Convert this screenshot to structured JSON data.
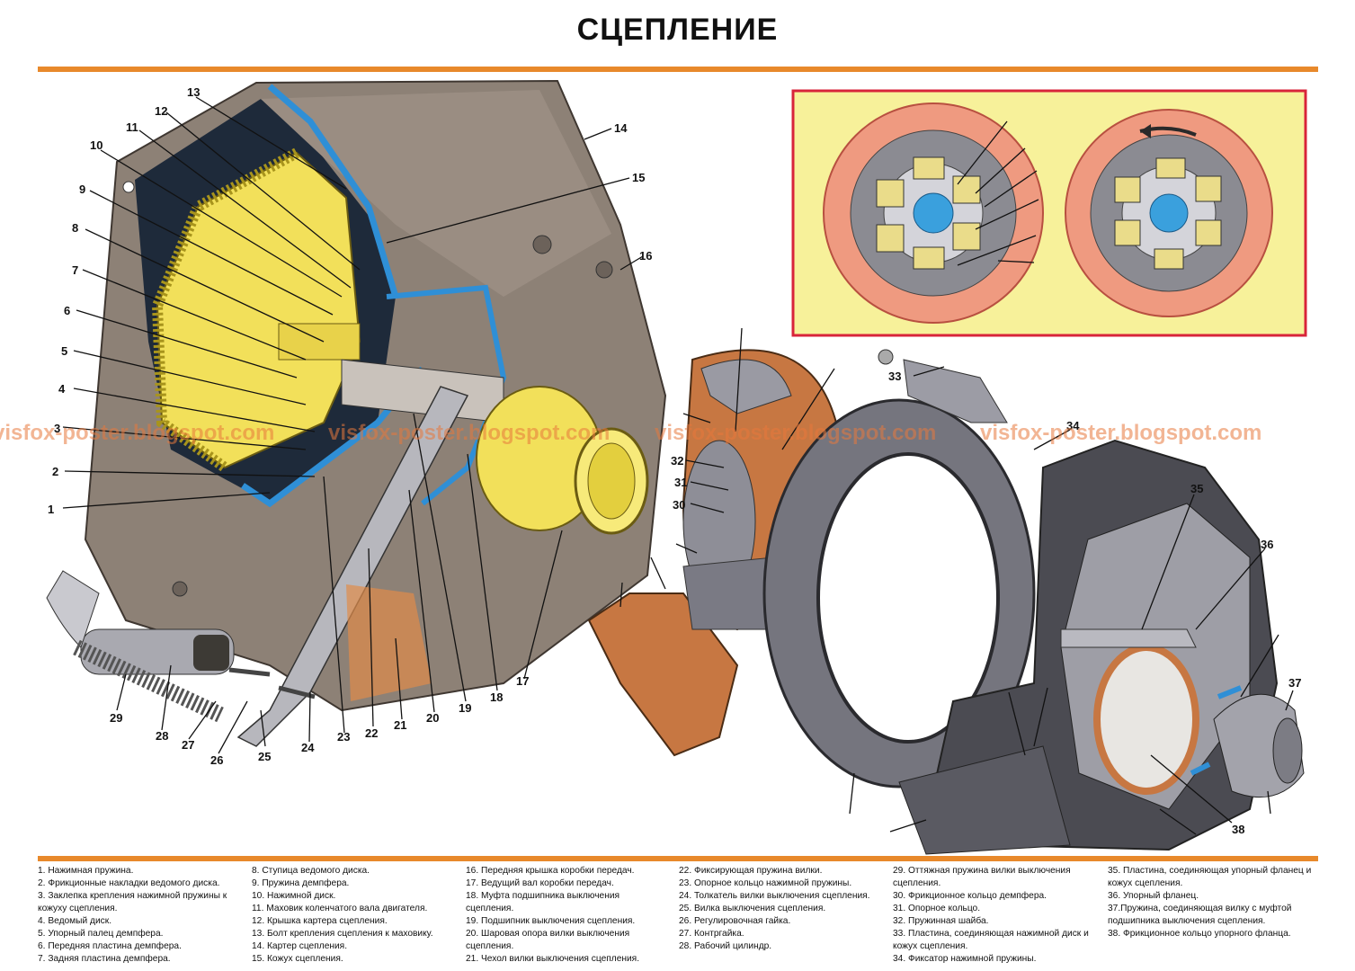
{
  "title": "СЦЕПЛЕНИЕ",
  "watermark": "visfox-poster.blogspot.com",
  "colors": {
    "accent_bar": "#e8892b",
    "inset_background": "#f7f19a",
    "inset_border": "#d8243a",
    "housing": "#8d8176",
    "blue_section": "#2f8fd6",
    "yellow_parts": "#f2e05a",
    "friction": "#c77742"
  },
  "callouts": [
    "1",
    "2",
    "3",
    "4",
    "5",
    "6",
    "7",
    "8",
    "9",
    "10",
    "11",
    "12",
    "13",
    "14",
    "15",
    "16",
    "17",
    "18",
    "19",
    "20",
    "21",
    "22",
    "23",
    "24",
    "25",
    "26",
    "27",
    "28",
    "29",
    "30",
    "31",
    "32",
    "33",
    "34",
    "35",
    "36",
    "37",
    "38"
  ],
  "legend": {
    "col1": [
      "1. Нажимная пружина.",
      "2. Фрикционные накладки ведомого диска.",
      "3. Заклепка крепления нажимной пружины к кожуху сцепления.",
      "4. Ведомый диск.",
      "5. Упорный палец демпфера.",
      "6. Передняя пластина демпфера.",
      "7. Задняя пластина демпфера."
    ],
    "col2": [
      "8. Ступица ведомого диска.",
      "9. Пружина демпфера.",
      "10. Нажимной диск.",
      "11. Маховик коленчатого вала двигателя.",
      "12. Крышка картера сцепления.",
      "13. Болт крепления сцепления к маховику.",
      "14. Картер сцепления.",
      "15. Кожух сцепления."
    ],
    "col3": [
      "16. Передняя крышка коробки передач.",
      "17. Ведущий вал коробки передач.",
      "18. Муфта подшипника выключения сцепления.",
      "19. Подшипник выключения сцепления.",
      "20. Шаровая опора вилки выключения сцепления.",
      "21. Чехол вилки выключения сцепления."
    ],
    "col4": [
      "22. Фиксирующая пружина вилки.",
      "23. Опорное кольцо нажимной пружины.",
      "24. Толкатель вилки выключения сцепления.",
      "25. Вилка выключения сцепления.",
      "26. Регулировочная гайка.",
      "27. Контргайка.",
      "28. Рабочий цилиндр."
    ],
    "col5": [
      "29. Оттяжная пружина вилки выключения сцепления.",
      "30. Фрикционное кольцо демпфера.",
      "31. Опорное кольцо.",
      "32. Пружинная шайба.",
      "33. Пластина, соединяющая нажимной диск и кожух сцепления.",
      "34. Фиксатор нажимной пружины."
    ],
    "col6": [
      "35. Пластина, соединяющая упорный фланец и кожух сцепления.",
      "36. Упорный фланец.",
      "37.Пружина, соединяющая вилку с муфтой подшипника выключения сцепления.",
      "38. Фрикционное кольцо упорного фланца."
    ]
  }
}
